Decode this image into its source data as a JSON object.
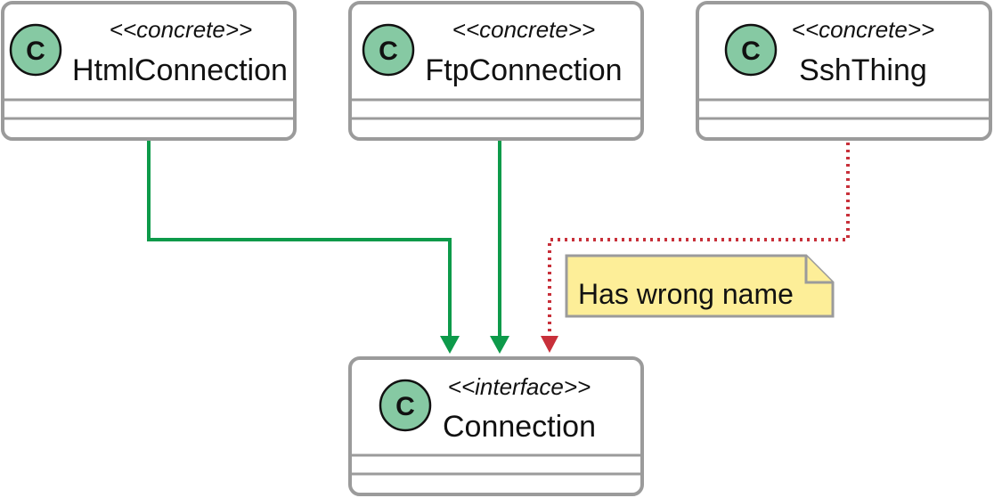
{
  "classes": {
    "html_connection": {
      "stereotype": "<<concrete>>",
      "name": "HtmlConnection",
      "icon": "C"
    },
    "ftp_connection": {
      "stereotype": "<<concrete>>",
      "name": "FtpConnection",
      "icon": "C"
    },
    "ssh_thing": {
      "stereotype": "<<concrete>>",
      "name": "SshThing",
      "icon": "C"
    },
    "connection": {
      "stereotype": "<<interface>>",
      "name": "Connection",
      "icon": "C"
    }
  },
  "note": {
    "text": "Has wrong name"
  },
  "colors": {
    "implements_edge": "#0d9a4a",
    "wrong_edge": "#c8303a",
    "class_icon": "#86c9a3",
    "note_fill": "#fdee98",
    "box_border": "#9b9b9b"
  }
}
